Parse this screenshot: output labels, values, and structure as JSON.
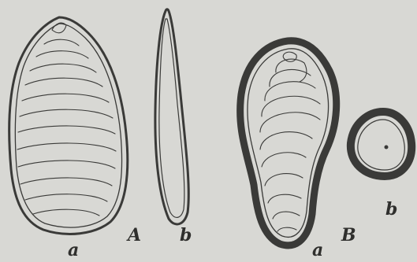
{
  "figure": {
    "background_color": "#d8d8d4",
    "ink_color": "#3a3a38",
    "labels": {
      "A_shell_a": "a",
      "A_shell_b": "b",
      "A_group": "A",
      "B_shell_a": "a",
      "B_group": "B",
      "B_shell_b": "b"
    }
  }
}
